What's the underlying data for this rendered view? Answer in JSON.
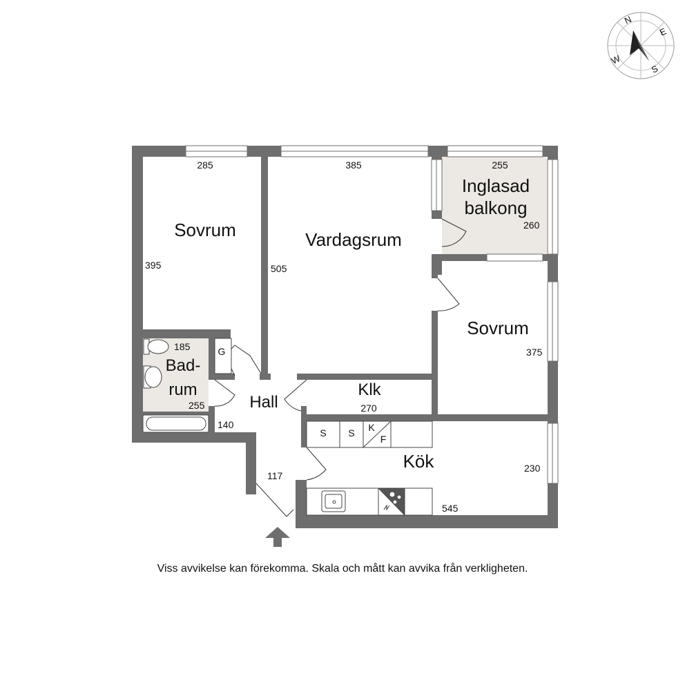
{
  "rooms": {
    "sovrum_1": "Sovrum",
    "vardagsrum": "Vardagsrum",
    "balkong_line1": "Inglasad",
    "balkong_line2": "balkong",
    "sovrum_2": "Sovrum",
    "badrum_line1": "Bad-",
    "badrum_line2": "rum",
    "garderob": "G",
    "hall": "Hall",
    "klk": "Klk",
    "kok": "Kök"
  },
  "dimensions": {
    "sovrum_1_width": "285",
    "sovrum_1_depth": "395",
    "vardagsrum_width": "385",
    "vardagsrum_depth": "505",
    "balkong_width": "255",
    "balkong_depth": "260",
    "sovrum_2_depth": "375",
    "badrum_width": "185",
    "badrum_length": "255",
    "hall_small": "140",
    "hall_depth": "117",
    "klk_width": "270",
    "kok_width": "545",
    "kok_depth": "230"
  },
  "appliances": {
    "s1": "S",
    "s2": "S",
    "k": "K",
    "f": "F"
  },
  "compass": {
    "n": "N",
    "e": "E",
    "s": "S",
    "w": "W"
  },
  "disclaimer": "Viss avvikelse kan förekomma. Skala och mått kan avvika från verkligheten.",
  "colors": {
    "wall": "#6e6e6e",
    "balcony_floor": "#ece8e3",
    "bath_floor": "#ece8e3"
  }
}
